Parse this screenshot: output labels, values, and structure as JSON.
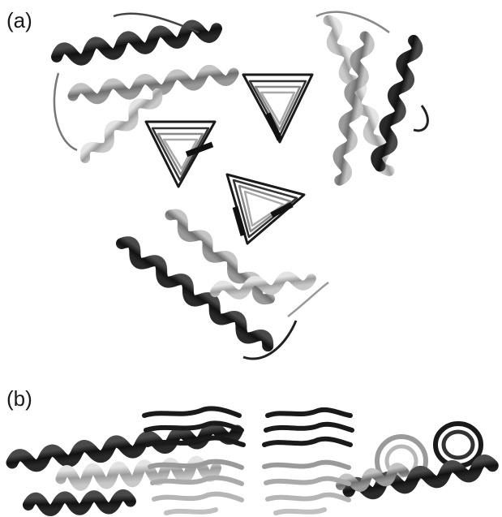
{
  "figure": {
    "panels": [
      {
        "id": "a",
        "label": "(a)"
      },
      {
        "id": "b",
        "label": "(b)"
      }
    ],
    "colors": {
      "dark": "#1c1c1c",
      "mid": "#7a7a7a",
      "light": "#b8b8b8",
      "background": "#ffffff"
    }
  }
}
